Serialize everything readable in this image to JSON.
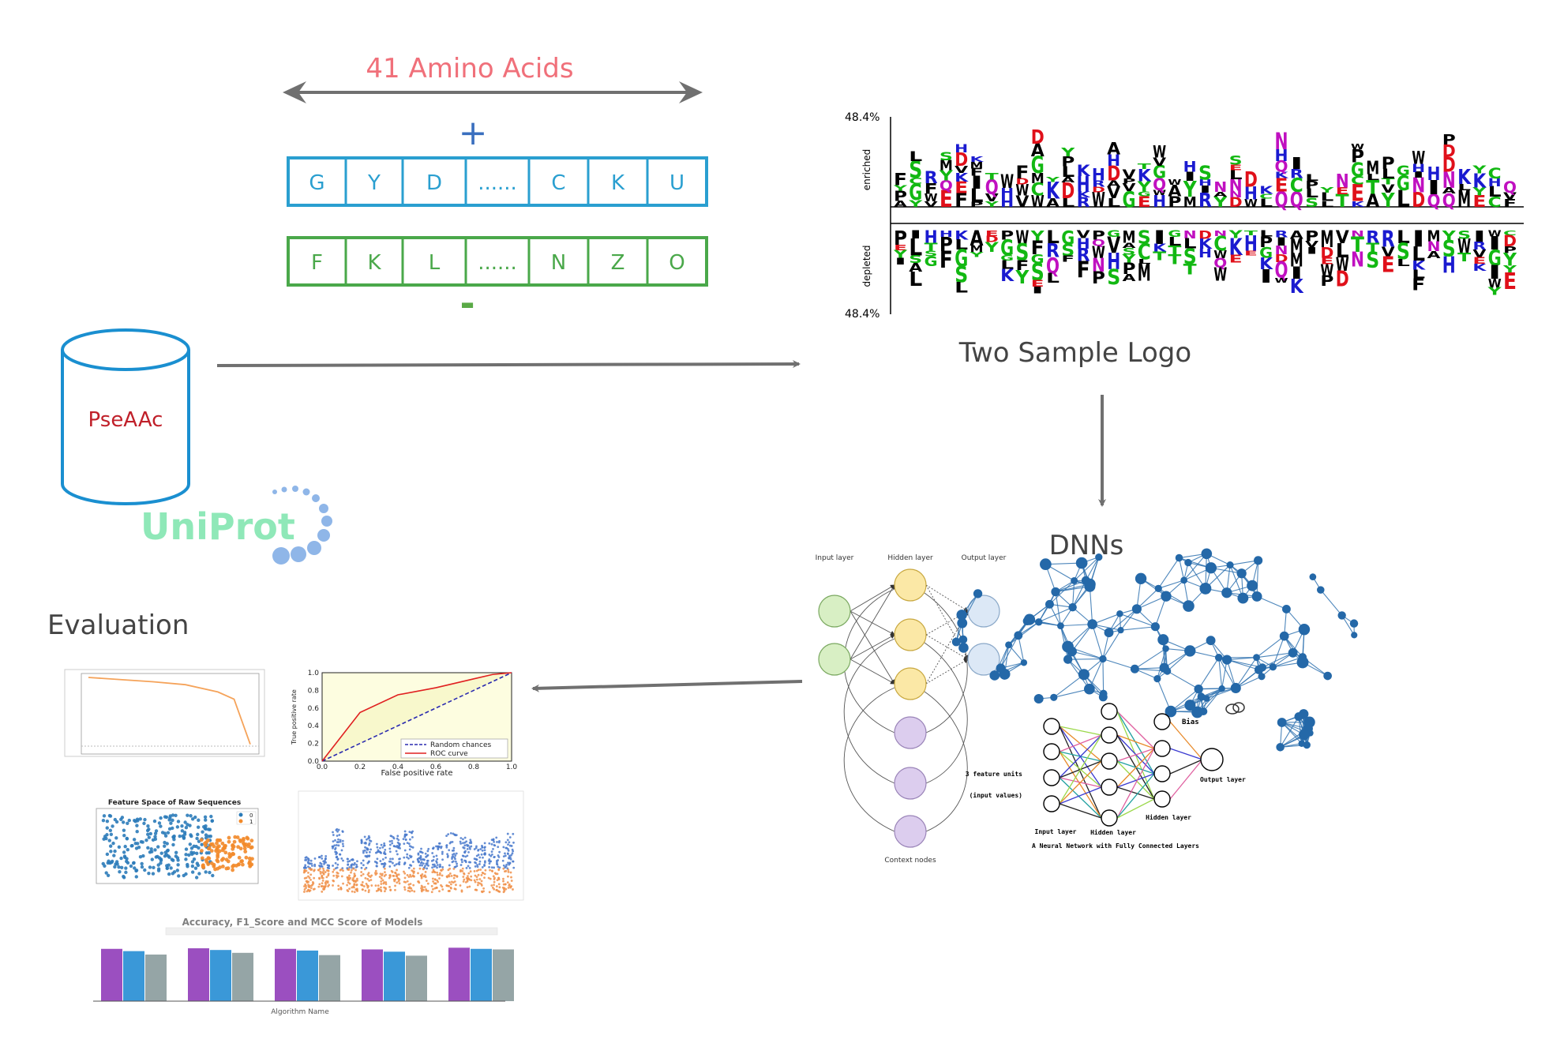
{
  "header": {
    "length_label": "41 Amino Acids",
    "plus_sign": "+",
    "minus_sign": "-"
  },
  "sequences": {
    "positive": [
      "G",
      "Y",
      "D",
      "......",
      "C",
      "K",
      "U"
    ],
    "negative": [
      "F",
      "K",
      "L",
      "......",
      "N",
      "Z",
      "O"
    ]
  },
  "database": {
    "label": "PseAAc",
    "logo_text": "UniProt"
  },
  "two_sample_logo": {
    "caption": "Two Sample Logo",
    "top_scale": "48.4%",
    "bottom_scale": "48.4%",
    "enriched_label": "enriched",
    "depleted_label": "depleted"
  },
  "dnns": {
    "caption": "DNNs",
    "rnn": {
      "input_layer": "Input layer",
      "hidden_layer": "Hidden layer",
      "output_layer": "Output layer",
      "context_nodes": "Context nodes"
    },
    "fcn": {
      "bias": "Bias",
      "feature_units": "3 feature units",
      "input_values": "(input values)",
      "input_layer": "Input layer",
      "hidden_layer_1": "Hidden layer",
      "hidden_layer_2": "Hidden layer",
      "output_layer": "Output layer",
      "caption": "A Neural Network with Fully Connected Layers"
    }
  },
  "evaluation": {
    "caption": "Evaluation",
    "roc": {
      "xlabel": "False positive rate",
      "ylabel": "True positive rate",
      "legend_random": "Random chances",
      "legend_roc": "ROC curve"
    },
    "scatter_title": "Feature Space of Raw Sequences",
    "bar_title": "Accuracy, F1_Score and MCC Score of Models",
    "bar_xlabel": "Algorithm Name"
  },
  "colors": {
    "title_red": "#f0707a",
    "plus_blue": "#3a6fbf",
    "minus_green": "#5aaa46",
    "pos_seq": "#2a9fd0",
    "neg_seq": "#4aa84a",
    "db_blue": "#1a8fd0",
    "db_label": "#c0202a",
    "arrow_gray": "#707070"
  },
  "chart_data": [
    {
      "type": "line",
      "title": "",
      "x": [
        0.0,
        0.2,
        0.4,
        0.6,
        0.8,
        0.9,
        1.0
      ],
      "y": [
        1.0,
        0.97,
        0.94,
        0.9,
        0.8,
        0.7,
        0.08
      ],
      "xlim": [
        0,
        1
      ],
      "ylim": [
        0,
        1
      ]
    },
    {
      "type": "line",
      "title": "",
      "xlabel": "False positive rate",
      "ylabel": "True positive rate",
      "xlim": [
        0,
        1
      ],
      "ylim": [
        0,
        1
      ],
      "series": [
        {
          "name": "Random chances",
          "x": [
            0,
            1
          ],
          "y": [
            0,
            1
          ]
        },
        {
          "name": "ROC curve",
          "x": [
            0.0,
            0.2,
            0.4,
            0.6,
            0.8,
            0.9,
            1.0
          ],
          "y": [
            0.0,
            0.55,
            0.75,
            0.83,
            0.93,
            0.98,
            1.0
          ]
        }
      ]
    },
    {
      "type": "scatter",
      "title": "Feature Space of Raw Sequences",
      "xlim": [
        0,
        1
      ],
      "ylim": [
        0,
        1
      ],
      "series": [
        {
          "name": "0"
        },
        {
          "name": "1"
        }
      ]
    },
    {
      "type": "scatter",
      "title": ""
    },
    {
      "type": "bar",
      "title": "Accuracy, F1_Score and MCC Score of Models",
      "xlabel": "Algorithm Name",
      "ylim": [
        0,
        1
      ],
      "series": [
        {
          "values": [
            0.92,
            0.93,
            0.92,
            0.91,
            0.94
          ]
        },
        {
          "values": [
            0.88,
            0.9,
            0.89,
            0.87,
            0.92
          ]
        },
        {
          "values": [
            0.82,
            0.85,
            0.81,
            0.8,
            0.91
          ]
        }
      ]
    }
  ]
}
